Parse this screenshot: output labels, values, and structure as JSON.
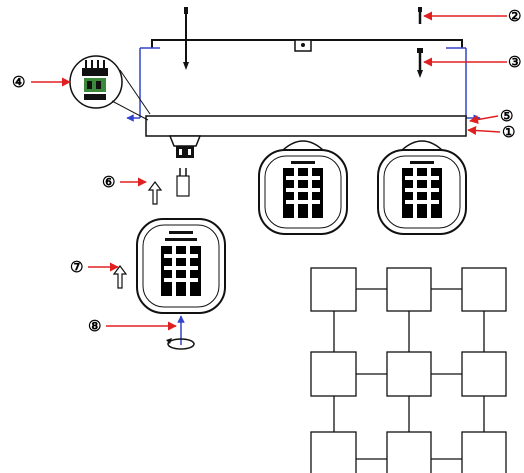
{
  "callouts": [
    "②",
    "③",
    "④",
    "⑤",
    "①",
    "⑥",
    "⑦",
    "⑧"
  ],
  "colors": {
    "line": "#111111",
    "blue_wire": "#3344cc",
    "red_leader": "#e02020",
    "pcb_green": "#3a8a3a"
  },
  "icons": [
    "screw-icon",
    "terminal-block-icon",
    "lamp-cover-icon",
    "arrow-up-icon",
    "rotate-icon"
  ]
}
